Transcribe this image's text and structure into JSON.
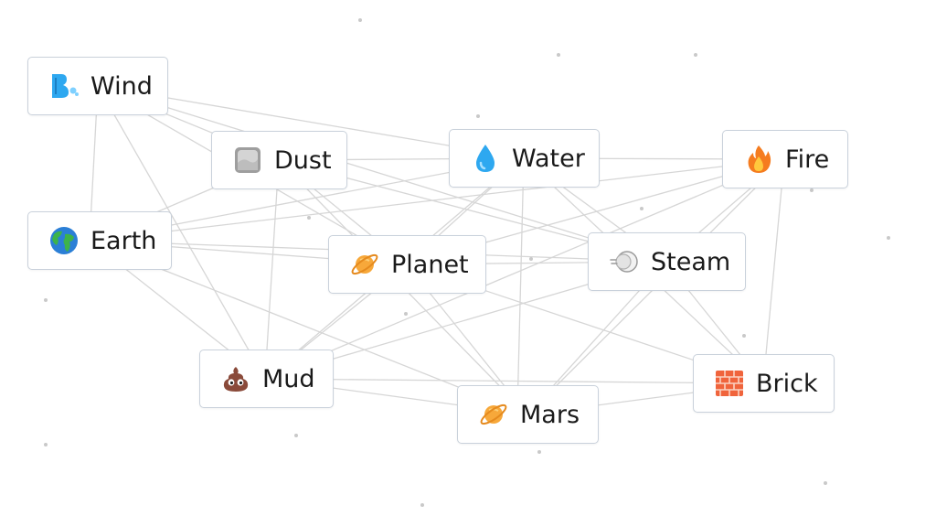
{
  "elements": [
    {
      "id": "wind",
      "label": "Wind",
      "icon": "wind-icon"
    },
    {
      "id": "dust",
      "label": "Dust",
      "icon": "dust-icon"
    },
    {
      "id": "water",
      "label": "Water",
      "icon": "water-droplet-icon"
    },
    {
      "id": "fire",
      "label": "Fire",
      "icon": "fire-icon"
    },
    {
      "id": "earth",
      "label": "Earth",
      "icon": "globe-icon"
    },
    {
      "id": "planet",
      "label": "Planet",
      "icon": "ringed-planet-icon"
    },
    {
      "id": "steam",
      "label": "Steam",
      "icon": "steam-icon"
    },
    {
      "id": "mud",
      "label": "Mud",
      "icon": "mud-icon"
    },
    {
      "id": "mars",
      "label": "Mars",
      "icon": "ringed-planet-icon"
    },
    {
      "id": "brick",
      "label": "Brick",
      "icon": "brick-icon"
    }
  ],
  "colors": {
    "link_line": "#d6d6d6",
    "tile_border": "#c9d1db",
    "water": "#2ea8f0",
    "fire": "#f5a623",
    "brick": "#f0643c",
    "planet": "#f7a83a",
    "mud": "#8a4a3a"
  }
}
